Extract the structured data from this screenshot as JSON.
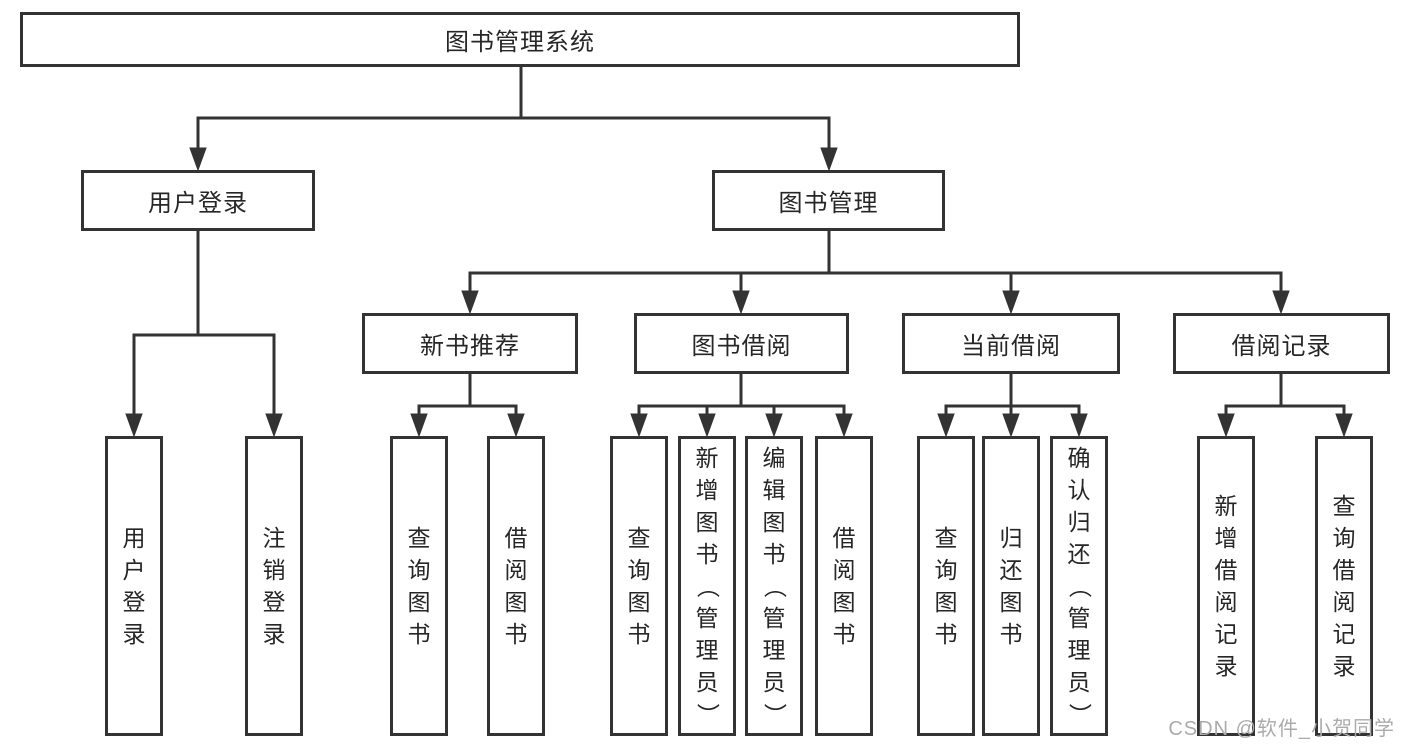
{
  "tree": {
    "root": {
      "label": "图书管理系统"
    },
    "branches": [
      {
        "label": "用户登录",
        "children": [
          {
            "label": "用户登录"
          },
          {
            "label": "注销登录"
          }
        ]
      },
      {
        "label": "图书管理",
        "children": [
          {
            "label": "新书推荐",
            "children": [
              {
                "label": "查询图书"
              },
              {
                "label": "借阅图书"
              }
            ]
          },
          {
            "label": "图书借阅",
            "children": [
              {
                "label": "查询图书"
              },
              {
                "label": "新增图书（管理员）"
              },
              {
                "label": "编辑图书（管理员）"
              },
              {
                "label": "借阅图书"
              }
            ]
          },
          {
            "label": "当前借阅",
            "children": [
              {
                "label": "查询图书"
              },
              {
                "label": "归还图书"
              },
              {
                "label": "确认归还（管理员）"
              }
            ]
          },
          {
            "label": "借阅记录",
            "children": [
              {
                "label": "新增借阅记录"
              },
              {
                "label": "查询借阅记录"
              }
            ]
          }
        ]
      }
    ]
  },
  "watermark": "CSDN @软件_小贺同学",
  "colors": {
    "line": "#333333",
    "text": "#262626",
    "watermark": "#ababab",
    "background": "#ffffff"
  }
}
